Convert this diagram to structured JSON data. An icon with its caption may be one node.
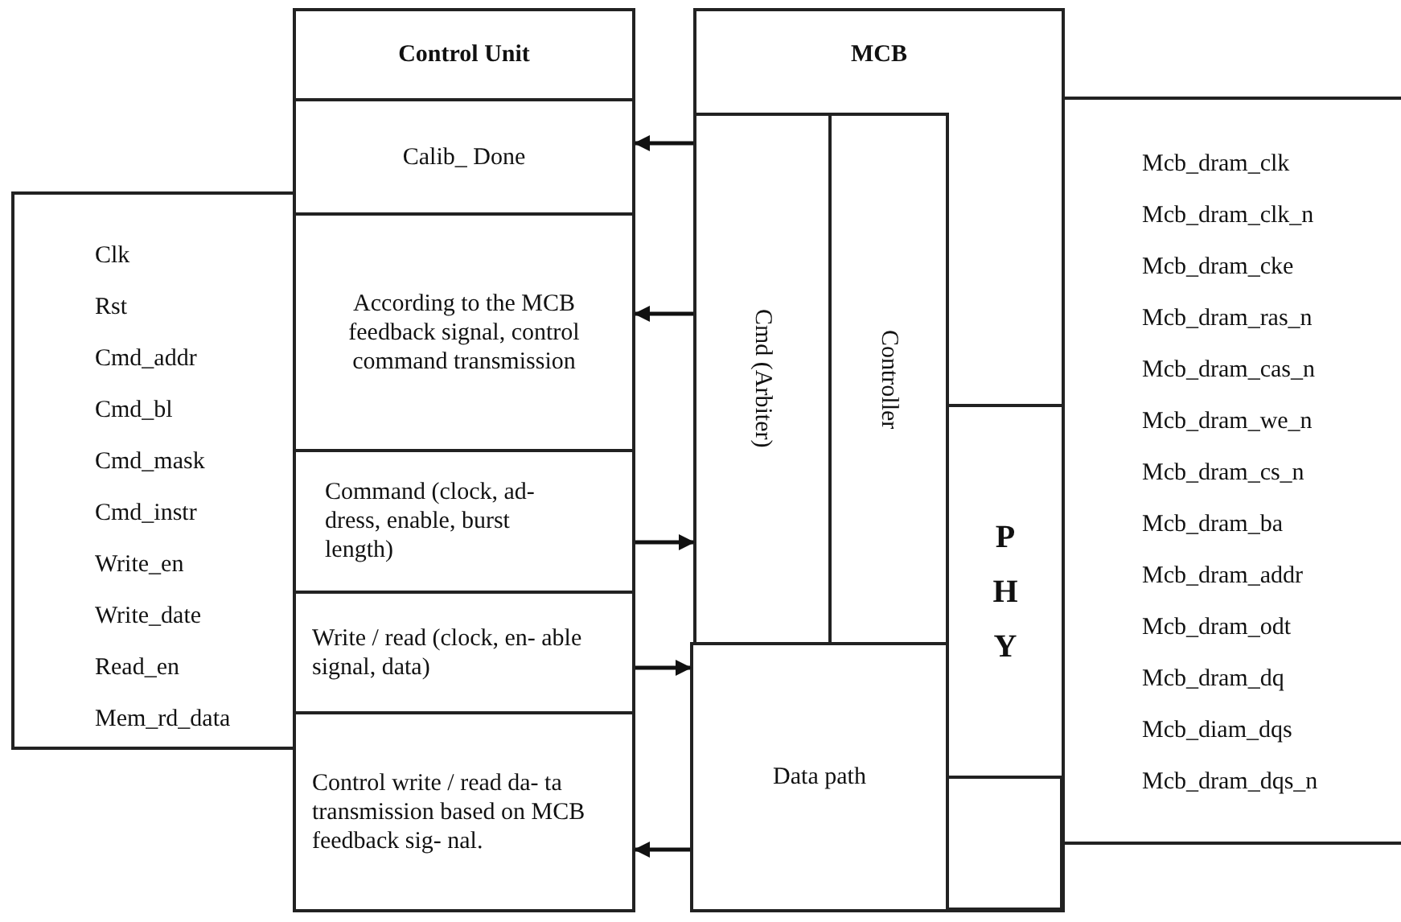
{
  "diagram": {
    "nodes": [
      {
        "text": [
          "Clk",
          "Rst",
          "Cmd_addr",
          "Cmd_bl",
          "Cmd_mask",
          "Cmd_instr",
          "Write_en",
          "Write_date",
          "Read_en",
          "Mem_rd_data"
        ]
      },
      {
        "text": [
          "Control Unit"
        ]
      },
      {
        "text": [
          "Calib_ Done"
        ],
        "in": 1
      },
      {
        "text": [
          "According to the MCB feedback signal, control command transmission"
        ],
        "in": 1
      },
      {
        "text": [
          "Command (clock, ad- dress, enable, burst length)"
        ],
        "in": 1
      },
      {
        "text": [
          "Write / read (clock, en- able signal, data)"
        ],
        "in": 1
      },
      {
        "text": [
          "Control write / read da- ta transmission based on MCB feedback sig- nal."
        ],
        "in": 1
      },
      {
        "text": [
          "MCB"
        ]
      },
      {
        "text": [
          "Cmd (Arbiter)"
        ],
        "in": 7
      },
      {
        "text": [
          "Controller"
        ],
        "in": 7
      },
      {
        "text": [
          "PHY"
        ],
        "in": 7
      },
      {
        "text": [
          "Data path"
        ],
        "in": 7
      },
      {
        "text": [],
        "shape": "box",
        "in": 7
      },
      {
        "text": [
          "Mcb_dram_clk",
          "Mcb_dram_clk_n",
          "Mcb_dram_cke",
          "Mcb_dram_ras_n",
          "Mcb_dram_cas_n",
          "Mcb_dram_we_n",
          "Mcb_dram_cs_n",
          "Mcb_dram_ba",
          "Mcb_dram_addr",
          "Mcb_dram_odt",
          "Mcb_dram_dq",
          "Mcb_diam_dqs",
          "Mcb_dram_dqs_n"
        ]
      }
    ],
    "edges": [
      {
        "from": 8,
        "to": 2,
        "arrow": "to"
      },
      {
        "from": 8,
        "to": 3,
        "arrow": "to"
      },
      {
        "from": 4,
        "to": 8,
        "arrow": "to"
      },
      {
        "from": 5,
        "to": 11,
        "arrow": "to"
      },
      {
        "from": 11,
        "to": 6,
        "arrow": "to"
      }
    ]
  }
}
